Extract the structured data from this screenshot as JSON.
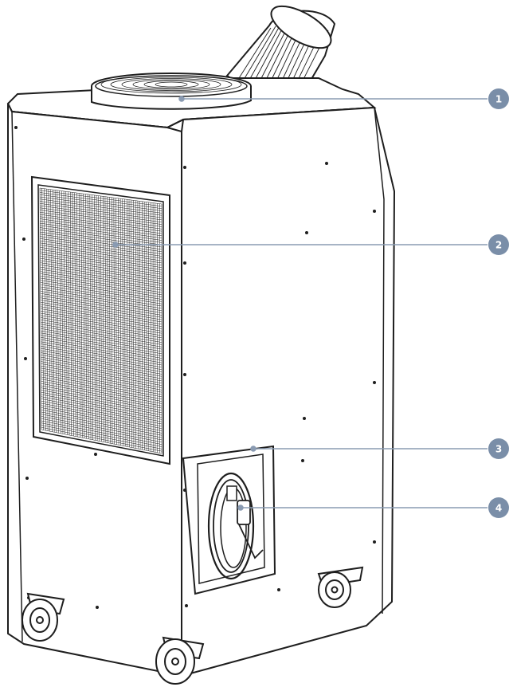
{
  "callouts": [
    {
      "id": "1"
    },
    {
      "id": "2"
    },
    {
      "id": "3"
    },
    {
      "id": "4"
    }
  ],
  "colors": {
    "line": "#1e1e1e",
    "callout_fill": "#7a8ea8",
    "leader": "#8a9bb2"
  }
}
